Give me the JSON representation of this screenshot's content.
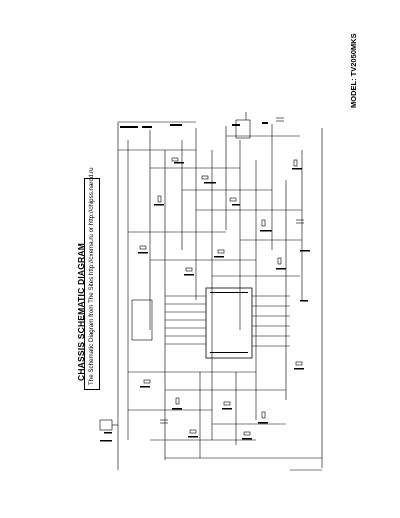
{
  "header": {
    "title": "CHASSIS SCHEMATIC DIAGRAM",
    "banner": "The Schematic Diagram from The Sites http://cxema.ru or http://chipss.narod.ru",
    "model": "MODEL: TV2050MKS"
  },
  "colors": {
    "ink": "#000000",
    "paper": "#ffffff"
  }
}
